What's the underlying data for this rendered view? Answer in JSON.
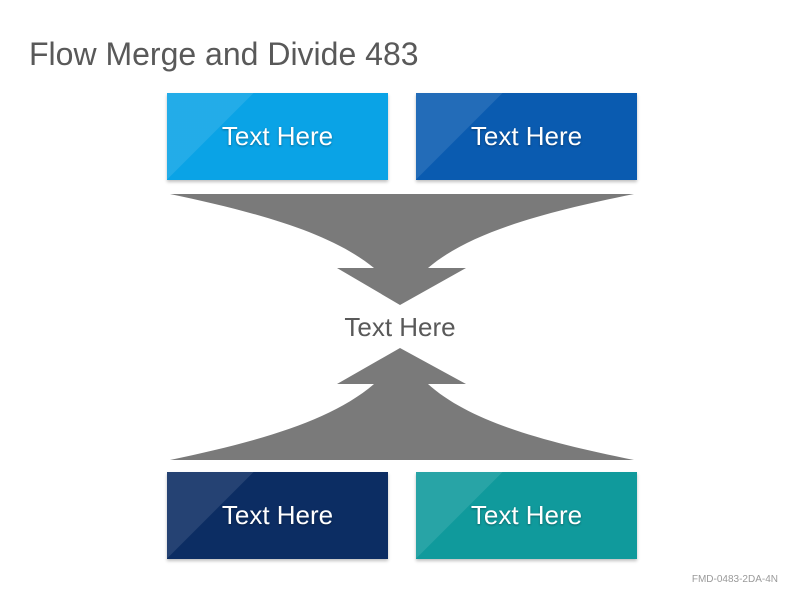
{
  "slide": {
    "title": "Flow Merge and Divide 483",
    "code": "FMD-0483-2DA-4N"
  },
  "boxes": {
    "top_left": {
      "label": "Text Here",
      "color": "#0aa3e6"
    },
    "top_right": {
      "label": "Text Here",
      "color": "#0a5bb0"
    },
    "bottom_left": {
      "label": "Text Here",
      "color": "#0c2d63"
    },
    "bottom_right": {
      "label": "Text Here",
      "color": "#109a9c"
    }
  },
  "center": {
    "label": "Text Here"
  },
  "colors": {
    "arrow": "#7a7a7a",
    "title": "#595959"
  }
}
